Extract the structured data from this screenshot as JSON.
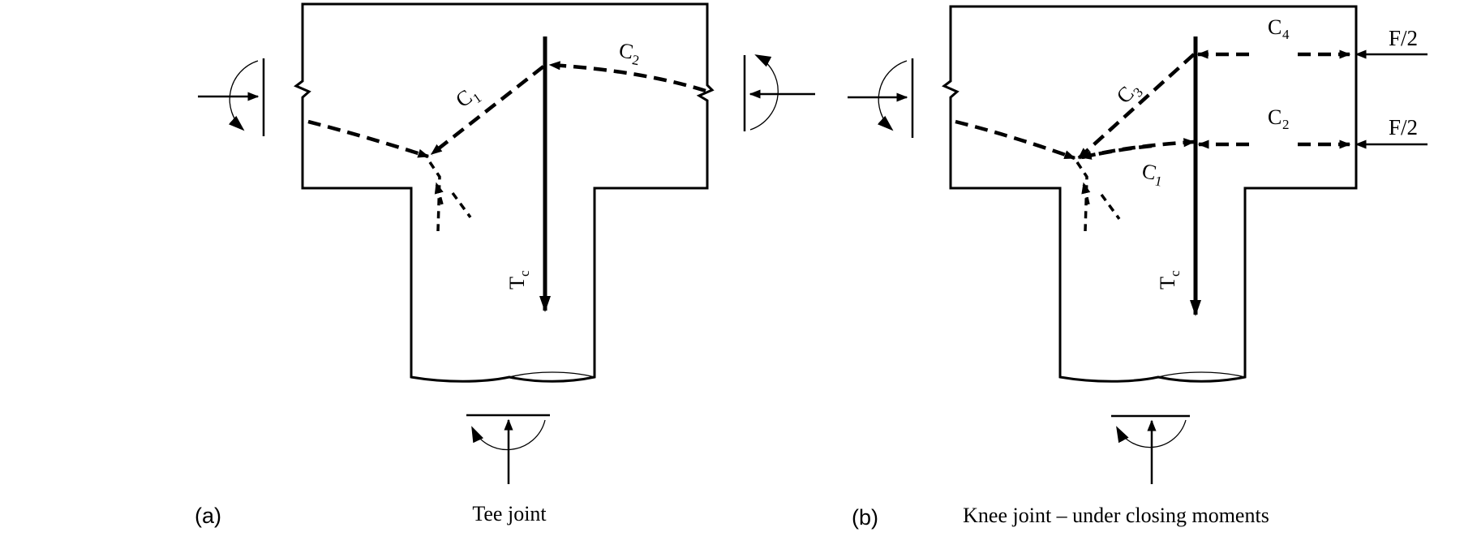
{
  "panel_a": {
    "label": "(a)",
    "caption": "Tee joint",
    "forces": {
      "c1": "C",
      "c1_sub": "1",
      "c2": "C",
      "c2_sub": "2",
      "tc": "T",
      "tc_sub": "c"
    }
  },
  "panel_b": {
    "label": "(b)",
    "caption": "Knee joint – under closing moments",
    "forces": {
      "c1": "C",
      "c1_sub": "1",
      "c2": "C",
      "c2_sub": "2",
      "c3": "C",
      "c3_sub": "3",
      "c4": "C",
      "c4_sub": "4",
      "tc": "T",
      "tc_sub": "c",
      "f_top": "F/2",
      "f_bottom": "F/2"
    }
  }
}
